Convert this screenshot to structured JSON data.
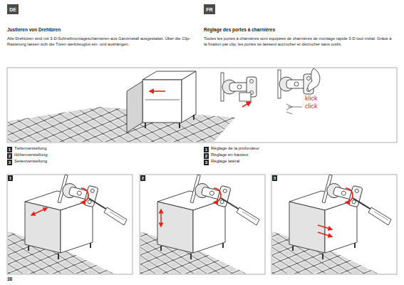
{
  "diagram": {
    "nodes": [
      {
        "text": [
          "DE"
        ]
      },
      {
        "text": [
          "FR"
        ]
      }
    ],
    "labels": [
      "Justieren von Drehtüren",
      "Alle Drehtüren sind mit 3-D-Schnellmontagescharnieren aus Ganzmetall ausgestattet. Über die Clip-Rasterung lassen sich die Türen werkzeuglos ein- und aushängen.",
      "Réglage des portes à charnières",
      "Toutes les portes à charnières sont équipées de charnières de montage rapide 3-D tout métal. Grâce à la fixation par clip, les portes se laissent accrocher et décrocher sans outils.",
      "klick",
      "click",
      "1",
      "Tiefenverstellung",
      "2",
      "Höhenverstellung",
      "3",
      "Seitenverstellung",
      "1",
      "Réglage de la profondeur",
      "2",
      "Réglage en hauteur",
      "3",
      "Réglage latéral",
      "1",
      "2",
      "3",
      "38"
    ]
  }
}
